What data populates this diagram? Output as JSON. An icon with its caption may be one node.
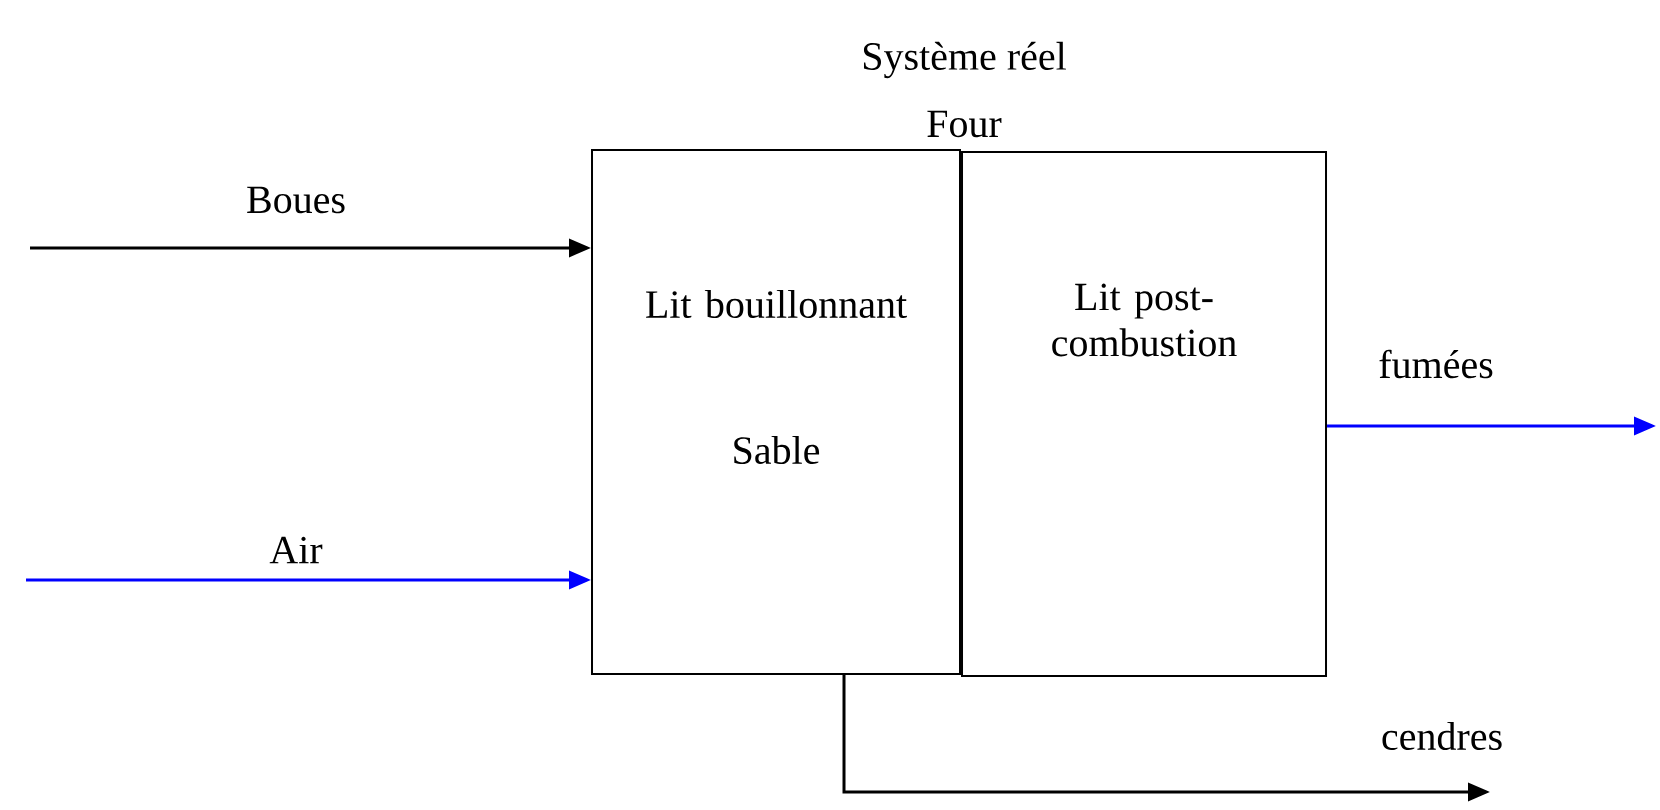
{
  "diagram": {
    "nodes": [
      {
        "text": [
          "Lit bouillonnant",
          "Sable"
        ]
      },
      {
        "text": [
          "Lit post-combustion"
        ]
      }
    ],
    "edges": [
      {
        "from": null,
        "to": 0,
        "arrow": "to",
        "label": "Boues"
      },
      {
        "from": null,
        "to": 0,
        "arrow": "to",
        "label": "Air",
        "color": "#0000ff"
      },
      {
        "from": 1,
        "to": null,
        "arrow": "to",
        "label": "fumées",
        "color": "#0000ff"
      },
      {
        "from": 0,
        "to": null,
        "arrow": "to",
        "label": "cendres"
      }
    ],
    "labels": [
      "Système réel",
      "Four"
    ]
  }
}
